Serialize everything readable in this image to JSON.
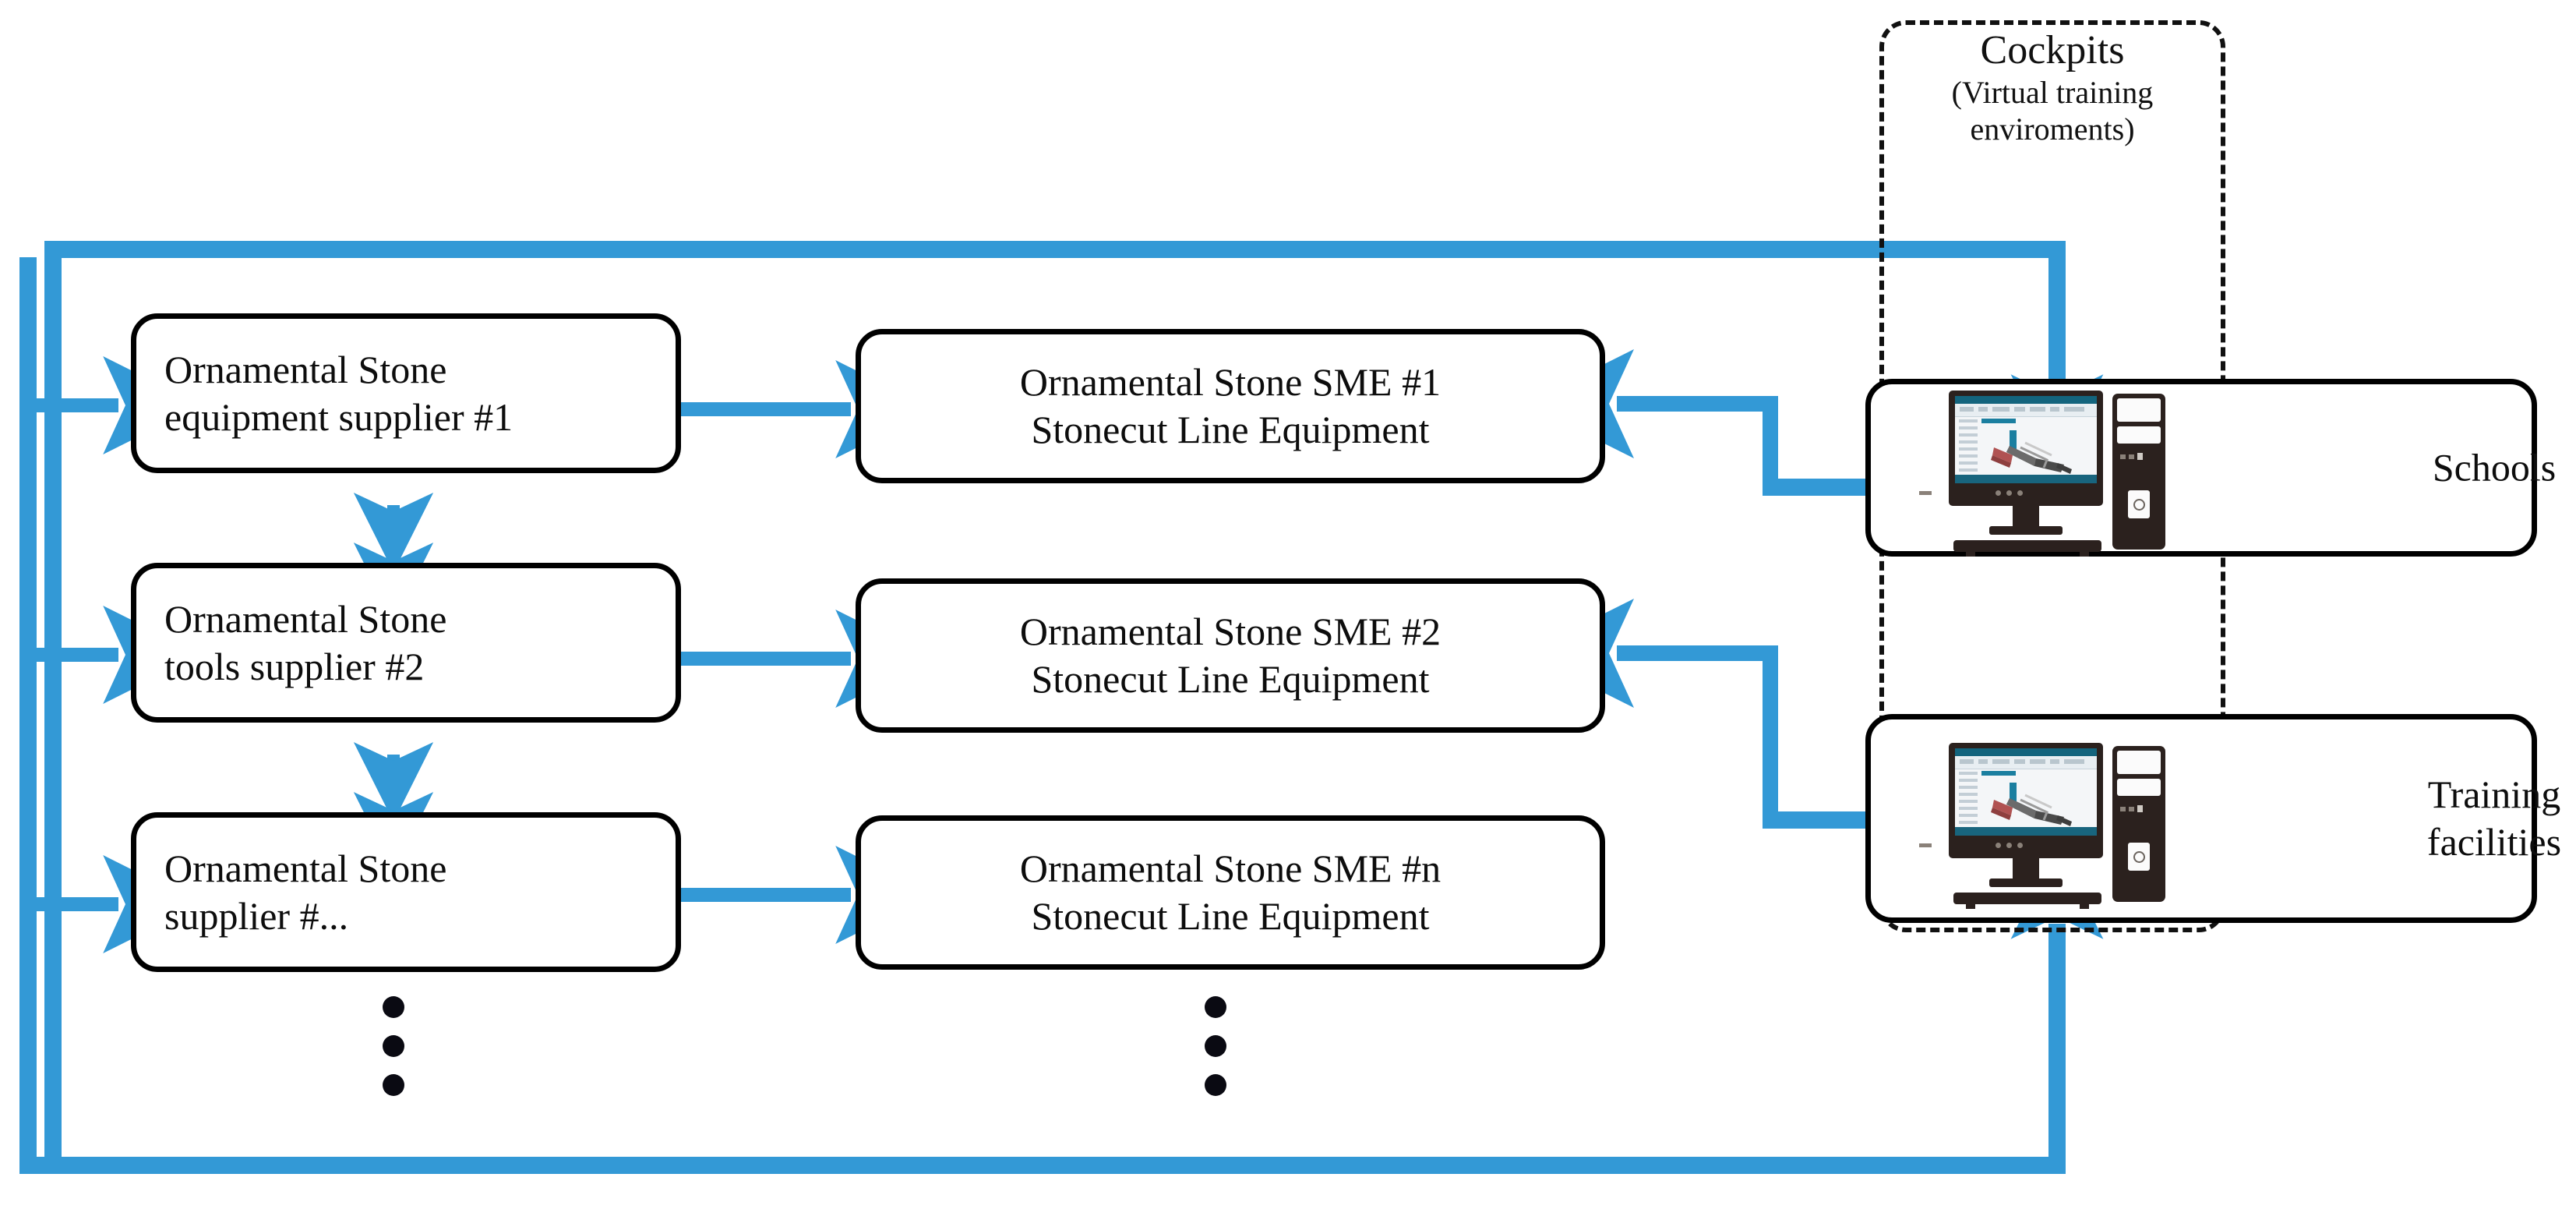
{
  "diagram": {
    "title": "Ornamental Stone training ecosystem",
    "accent_color": "#3399d6",
    "outline_color": "#000000",
    "background_color": "#ffffff"
  },
  "suppliers": [
    {
      "id": "supplier-1",
      "label": "Ornamental Stone\nequipment supplier #1"
    },
    {
      "id": "supplier-2",
      "label": "Ornamental Stone\ntools supplier #2"
    },
    {
      "id": "supplier-n",
      "label": "Ornamental Stone\nsupplier #..."
    }
  ],
  "smes": [
    {
      "id": "sme-1",
      "label": "Ornamental Stone SME #1\nStonecut Line Equipment"
    },
    {
      "id": "sme-2",
      "label": "Ornamental Stone SME #2\nStonecut Line Equipment"
    },
    {
      "id": "sme-n",
      "label": "Ornamental Stone SME #n\nStonecut Line Equipment"
    }
  ],
  "cockpits": {
    "title": "Cockpits",
    "subtitle": "(Virtual training\nenviroments)"
  },
  "destinations": [
    {
      "id": "schools",
      "label": "Schools",
      "icon": "desktop-computer-icon"
    },
    {
      "id": "training-facilities",
      "label": "Training\nfacilities",
      "icon": "desktop-computer-icon"
    }
  ],
  "ellipsis": {
    "supplier_column": "⋮",
    "sme_column": "⋮"
  },
  "connectors": [
    {
      "id": "supplier1-to-sme1",
      "type": "arrow-right"
    },
    {
      "id": "supplier2-to-sme2",
      "type": "arrow-right"
    },
    {
      "id": "suppliern-to-smen",
      "type": "arrow-right"
    },
    {
      "id": "supplier1-supplier2",
      "type": "arrow-double-vertical"
    },
    {
      "id": "supplier2-suppliern",
      "type": "arrow-double-vertical"
    },
    {
      "id": "cockpit-branch-upper",
      "type": "arrow-split-left-right"
    },
    {
      "id": "cockpit-branch-lower",
      "type": "arrow-split-left-right"
    },
    {
      "id": "top-feedback-loop",
      "type": "arrow-loop-down-into-schools"
    },
    {
      "id": "bottom-feedback-loop",
      "type": "arrow-loop-up-into-training-facilities"
    },
    {
      "id": "left-bus-to-suppliers",
      "type": "arrow-right-bus"
    }
  ]
}
